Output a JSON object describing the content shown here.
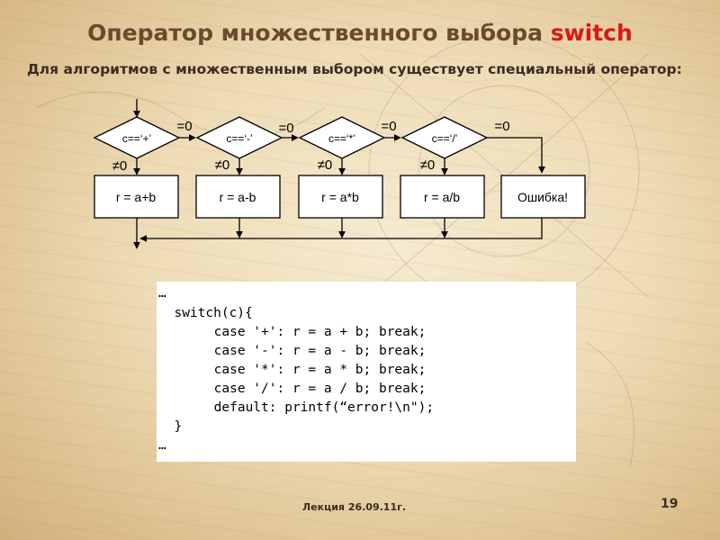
{
  "slide": {
    "title_main": "Оператор множественного выбора ",
    "title_keyword": "switch",
    "subtitle": "Для алгоритмов с множественным выбором существует специальный оператор:",
    "footer": "Лекция  26.09.11г.",
    "page_number": "19",
    "colors": {
      "title": "#6b4a2e",
      "keyword": "#d81818",
      "text": "#3a2e22"
    }
  },
  "flowchart": {
    "conditions": [
      "c==‘+’",
      "c==‘-’",
      "c==‘*’",
      "c==‘/’"
    ],
    "eq_labels": [
      "=0",
      "=0",
      "=0",
      "=0"
    ],
    "ne_labels": [
      "≠0",
      "≠0",
      "≠0",
      "≠0"
    ],
    "actions": [
      "r = a+b",
      "r = a-b",
      "r = a*b",
      "r = a/b",
      "Ошибка!"
    ]
  },
  "code": {
    "lines": [
      "…",
      "  switch(c){",
      "     case '+': r = a + b; break;",
      "     case '-': r = a - b; break;",
      "     case '*': r = a * b; break;",
      "     case '/': r = a / b; break;",
      "     default: printf(“error!\\n\");",
      "  }",
      "…"
    ]
  }
}
